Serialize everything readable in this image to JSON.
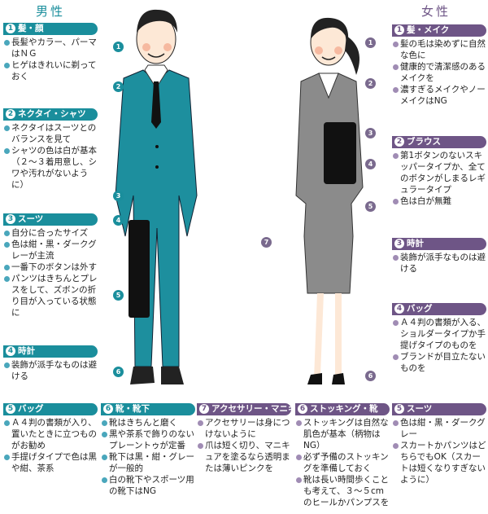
{
  "male": {
    "title": "男性",
    "sections": [
      {
        "num": "1",
        "title": "髪・顔",
        "items": [
          "長髪やカラー、パーマはＮＧ",
          "ヒゲはきれいに剃っておく"
        ]
      },
      {
        "num": "2",
        "title": "ネクタイ・シャツ",
        "items": [
          "ネクタイはスーツとのバランスを見て",
          "シャツの色は白が基本（２～３着用意し、シワや汚れがないように）"
        ]
      },
      {
        "num": "3",
        "title": "スーツ",
        "items": [
          "自分に合ったサイズ",
          "色は紺・黒・ダークグレーが主流",
          "一番下のボタンは外す",
          "パンツはきちんとプレスをして、ズボンの折り目が入っている状態に"
        ]
      },
      {
        "num": "4",
        "title": "時計",
        "items": [
          "装飾が派手なものは避ける"
        ]
      },
      {
        "num": "5",
        "title": "バッグ",
        "items": [
          "Ａ４判の書類が入り、置いたときに立つものがお勧め",
          "手提げタイプで色は黒や紺、茶系"
        ]
      },
      {
        "num": "6",
        "title": "靴・靴下",
        "items": [
          "靴はきちんと磨く",
          "黒や茶系で飾りのないプレーントゥが定番",
          "靴下は黒・紺・グレーが一般的",
          "白の靴下やスポーツ用の靴下はNG"
        ]
      }
    ]
  },
  "female": {
    "title": "女性",
    "sections": [
      {
        "num": "1",
        "title": "髪・メイク",
        "items": [
          "髪の毛は染めずに自然な色に",
          "健康的で清潔感のあるメイクを",
          "濃すぎるメイクやノーメイクはNG"
        ]
      },
      {
        "num": "2",
        "title": "ブラウス",
        "items": [
          "第1ボタンのないスキッパータイプか、全てのボタンがしまるレギュラータイプ",
          "色は白が無難"
        ]
      },
      {
        "num": "3",
        "title": "時計",
        "items": [
          "装飾が派手なものは避ける"
        ]
      },
      {
        "num": "4",
        "title": "バッグ",
        "items": [
          "Ａ４判の書類が入る、ショルダータイプか手提げタイプのものを",
          "ブランドが目立たないものを"
        ]
      },
      {
        "num": "7",
        "title": "アクセサリー・マニキュア",
        "items": [
          "アクセサリーは身につけないように",
          "爪は短く切り、マニキュアを塗るなら透明または薄いピンクを"
        ]
      },
      {
        "num": "6",
        "title": "ストッキング・靴",
        "items": [
          "ストッキングは自然な肌色が基本（柄物はNG）",
          "必ず予備のストッキングを準備しておく",
          "靴は長い時間歩くことも考えて、３～５cmのヒールかパンプスを"
        ]
      },
      {
        "num": "5",
        "title": "スーツ",
        "items": [
          "色は紺・黒・ダークグレー",
          "スカートかパンツはどちらでもOK（スカートは短くなりすぎないように）"
        ]
      }
    ]
  },
  "callouts": {
    "male": [
      "1",
      "2",
      "3",
      "4",
      "5",
      "6"
    ],
    "female": [
      "1",
      "2",
      "3",
      "4",
      "5",
      "6",
      "7"
    ]
  }
}
